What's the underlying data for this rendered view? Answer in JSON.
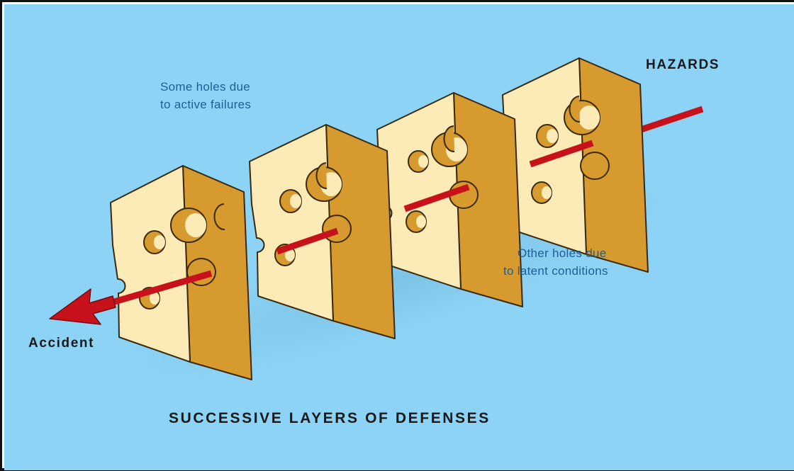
{
  "labels": {
    "active_line1": "Some holes due",
    "active_line2": "to active failures",
    "hazards": "HAZARDS",
    "latent_line1": "Other holes due",
    "latent_line2": "to latent conditions",
    "accident": "Accident",
    "title": "SUCCESSIVE LAYERS OF DEFENSES"
  },
  "colors": {
    "background": "#8dd3f5",
    "cheese_face": "#fcebb6",
    "cheese_side": "#d69a2e",
    "arrow": "#c8121b",
    "note_text": "#1d5f96"
  }
}
